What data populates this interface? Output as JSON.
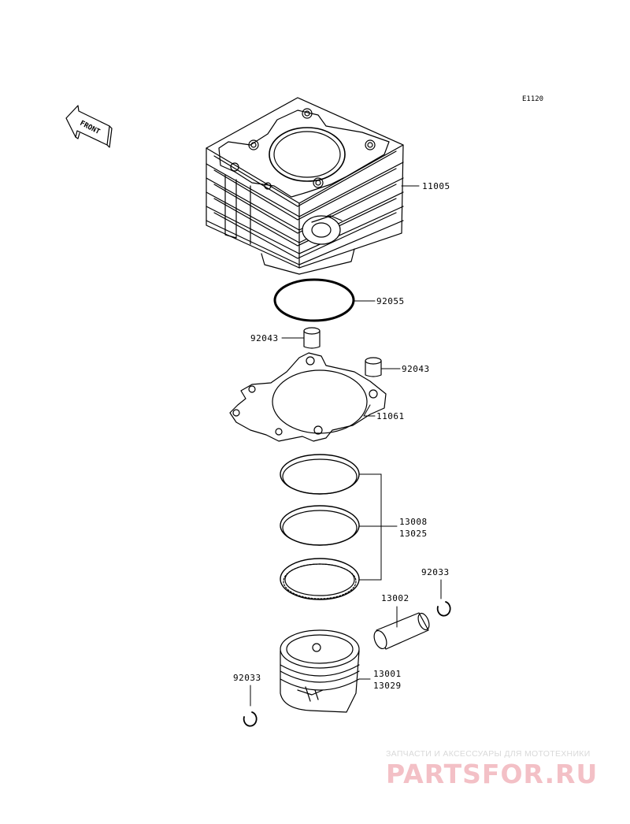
{
  "diagram": {
    "code": "E1120",
    "front_label": "FRONT",
    "parts": {
      "cylinder": "11005",
      "o_ring": "92055",
      "dowel_left": "92043",
      "dowel_right": "92043",
      "gasket": "11061",
      "ring_set_a": "13008",
      "ring_set_b": "13025",
      "circlip_right": "92033",
      "piston_pin": "13002",
      "piston_a": "13001",
      "piston_b": "13029",
      "circlip_left": "92033"
    },
    "watermark": {
      "tagline": "ЗАПЧАСТИ И АКСЕССУАРЫ ДЛЯ МОТОТЕХНИКИ",
      "logo": "PARTSFOR.RU"
    }
  }
}
